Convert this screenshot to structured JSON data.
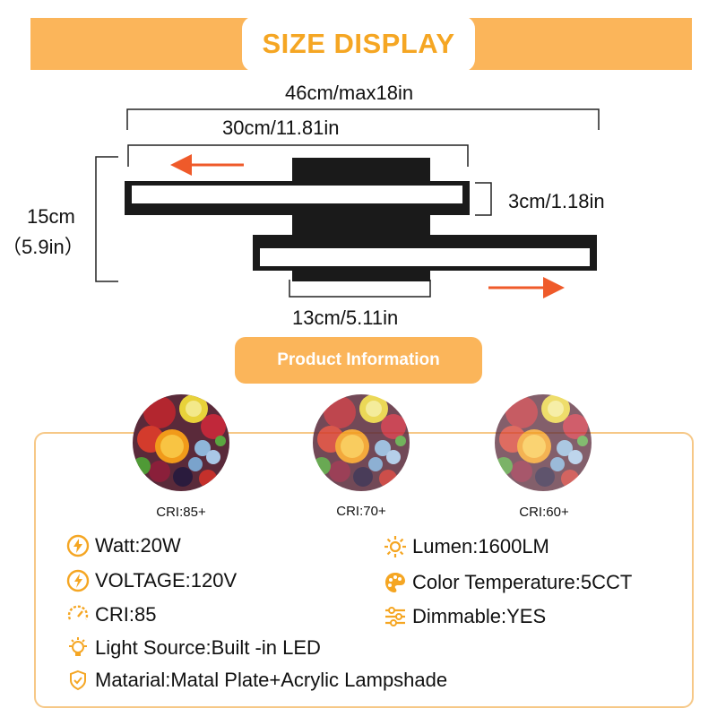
{
  "header": {
    "title": "SIZE DISPLAY"
  },
  "dimensions": {
    "total_width": "46cm/max18in",
    "bar_width": "30cm/11.81in",
    "bar_height": "3cm/1.18in",
    "height_cm": "15cm",
    "height_in": "（5.9in）",
    "base_width": "13cm/5.11in"
  },
  "product_info": {
    "title": "Product Information",
    "cri_samples": [
      {
        "label": "CRI:85+"
      },
      {
        "label": "CRI:70+"
      },
      {
        "label": "CRI:60+"
      }
    ],
    "specs_left": [
      {
        "icon": "plug-bolt-icon",
        "text": "Watt:20W"
      },
      {
        "icon": "voltage-icon",
        "text": "VOLTAGE:120V"
      },
      {
        "icon": "cri-gauge-icon",
        "text": "CRI:85"
      },
      {
        "icon": "bulb-icon",
        "text": "Light Source:Built -in LED"
      },
      {
        "icon": "shield-check-icon",
        "text": "Matarial:Matal Plate+Acrylic Lampshade"
      }
    ],
    "specs_right": [
      {
        "icon": "sun-icon",
        "text": "Lumen:1600LM"
      },
      {
        "icon": "palette-icon",
        "text": "Color Temperature:5CCT"
      },
      {
        "icon": "sliders-icon",
        "text": "Dimmable:YES"
      }
    ]
  },
  "colors": {
    "accent": "#fbb55a",
    "title_orange": "#f5a623",
    "arrow": "#ef5a2a",
    "icon": "#f5a623",
    "lamp": "#1a1a1a"
  }
}
